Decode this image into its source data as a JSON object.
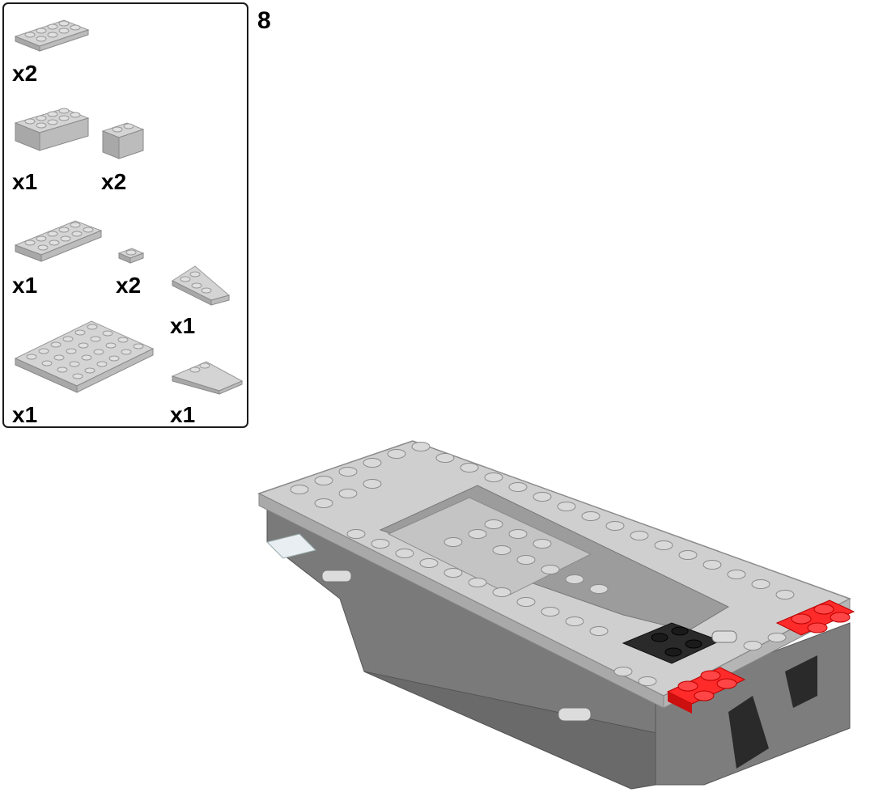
{
  "step": {
    "number": "8"
  },
  "parts_list": {
    "items": [
      {
        "id": "plate-2x4",
        "qty": "x2"
      },
      {
        "id": "brick-2x4",
        "qty": "x1"
      },
      {
        "id": "brick-1x2",
        "qty": "x2"
      },
      {
        "id": "plate-2x6",
        "qty": "x1"
      },
      {
        "id": "plate-1x1",
        "qty": "x2"
      },
      {
        "id": "wedge-plate-right",
        "qty": "x1"
      },
      {
        "id": "plate-4x6",
        "qty": "x1"
      },
      {
        "id": "wedge-plate-left",
        "qty": "x1"
      }
    ]
  },
  "colors": {
    "light_gray": "#c9c9c9",
    "dark_gray": "#6d6d6d",
    "red": "#ff1a1a",
    "black": "#1c1c1c"
  }
}
